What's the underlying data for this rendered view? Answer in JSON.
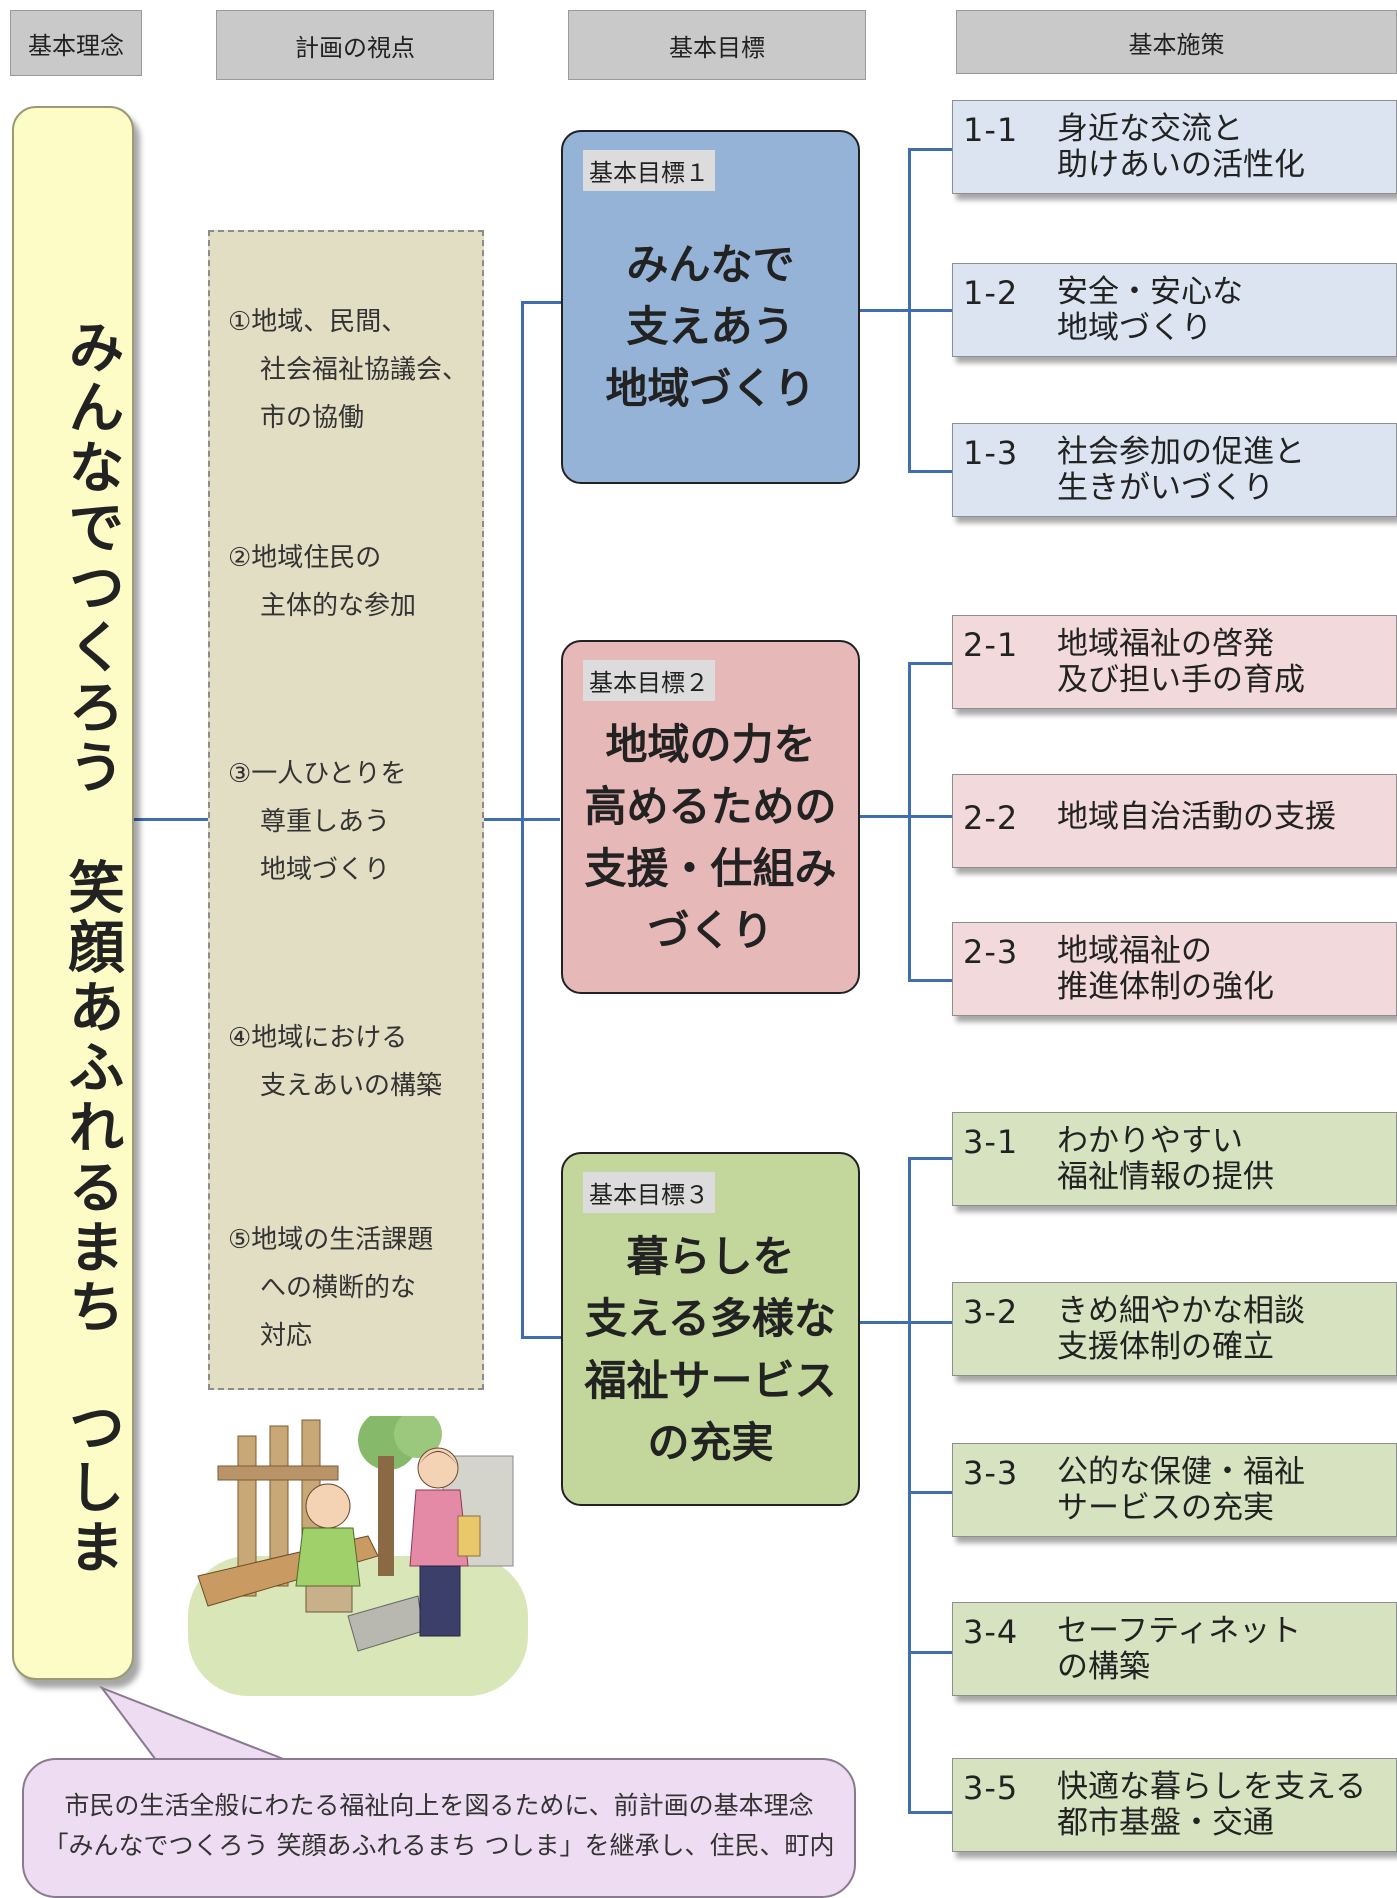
{
  "headers": {
    "concept": "基本理念",
    "viewpoint": "計画の視点",
    "goal": "基本目標",
    "policy": "基本施策"
  },
  "concept": {
    "text": "みんなでつくろう　笑顔あふれるまち　つしま"
  },
  "viewpoints": [
    {
      "line1": "①地域、民間、",
      "line2": "社会福祉協議会、",
      "line3": "市の協働"
    },
    {
      "line1": "②地域住民の",
      "line2": "主体的な参加",
      "line3": ""
    },
    {
      "line1": "③一人ひとりを",
      "line2": "尊重しあう",
      "line3": "地域づくり"
    },
    {
      "line1": "④地域における",
      "line2": "支えあいの構築",
      "line3": ""
    },
    {
      "line1": "⑤地域の生活課題",
      "line2": "への横断的な",
      "line3": "対応"
    }
  ],
  "goals": [
    {
      "tag": "基本目標１",
      "line1": "みんなで",
      "line2": "支えあう",
      "line3": "地域づくり",
      "line4": "",
      "color": "#95b3d7"
    },
    {
      "tag": "基本目標２",
      "line1": "地域の力を",
      "line2": "高めるための",
      "line3": "支援・仕組み",
      "line4": "づくり",
      "color": "#e6b9b8"
    },
    {
      "tag": "基本目標３",
      "line1": "暮らしを",
      "line2": "支える多様な",
      "line3": "福祉サービス",
      "line4": "の充実",
      "color": "#c3d69b"
    }
  ],
  "policies": [
    {
      "num": "1-1",
      "line1": "身近な交流と",
      "line2": "助けあいの活性化"
    },
    {
      "num": "1-2",
      "line1": "安全・安心な",
      "line2": "地域づくり"
    },
    {
      "num": "1-3",
      "line1": "社会参加の促進と",
      "line2": "生きがいづくり"
    },
    {
      "num": "2-1",
      "line1": "地域福祉の啓発",
      "line2": "及び担い手の育成"
    },
    {
      "num": "2-2",
      "line1": "地域自治活動の支援",
      "line2": ""
    },
    {
      "num": "2-3",
      "line1": "地域福祉の",
      "line2": "推進体制の強化"
    },
    {
      "num": "3-1",
      "line1": "わかりやすい",
      "line2": "福祉情報の提供"
    },
    {
      "num": "3-2",
      "line1": "きめ細やかな相談",
      "line2": "支援体制の確立"
    },
    {
      "num": "3-3",
      "line1": "公的な保健・福祉",
      "line2": "サービスの充実"
    },
    {
      "num": "3-4",
      "line1": "セーフティネット",
      "line2": "の構築"
    },
    {
      "num": "3-5",
      "line1": "快適な暮らしを支える",
      "line2": "都市基盤・交通"
    }
  ],
  "bubble": {
    "line1": "市民の生活全般にわたる福祉向上を図るために、前計画の基本理念",
    "line2": "「みんなでつくろう 笑顔あふれるまち つしま」を継承し、住民、町内"
  },
  "colors": {
    "line": "#3f6fb0",
    "policy_blue": "#dce4f1",
    "policy_pink": "#f1d9dc",
    "policy_green": "#d7e3c0"
  }
}
